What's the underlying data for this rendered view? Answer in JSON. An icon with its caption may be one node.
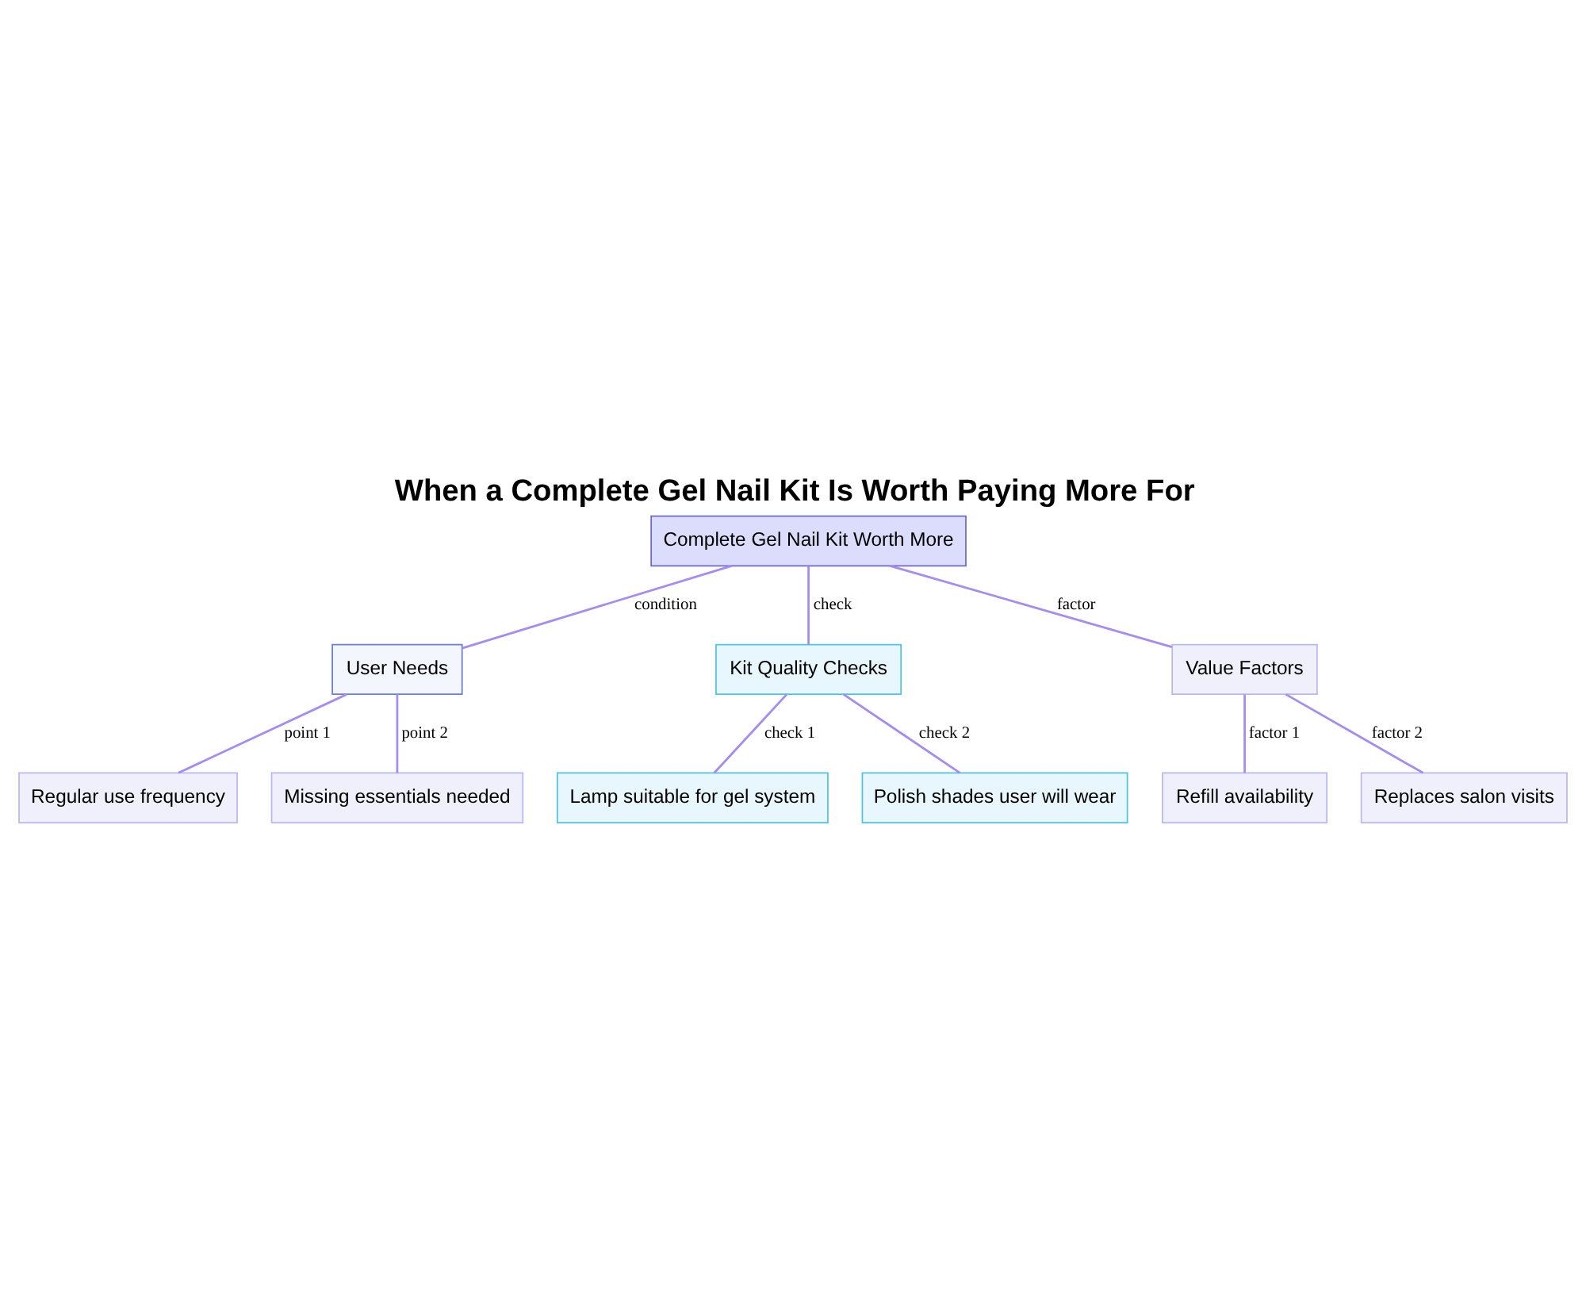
{
  "diagram": {
    "title": "When a Complete Gel Nail Kit Is Worth Paying More For",
    "nodes": [
      {
        "text": [
          "Complete Gel Nail Kit Worth More"
        ]
      },
      {
        "text": [
          "User Needs"
        ]
      },
      {
        "text": [
          "Kit Quality Checks"
        ]
      },
      {
        "text": [
          "Value Factors"
        ]
      },
      {
        "text": [
          "Regular use frequency"
        ]
      },
      {
        "text": [
          "Missing essentials needed"
        ]
      },
      {
        "text": [
          "Lamp suitable for gel system"
        ]
      },
      {
        "text": [
          "Polish shades user will wear"
        ]
      },
      {
        "text": [
          "Refill availability"
        ]
      },
      {
        "text": [
          "Replaces salon visits"
        ]
      }
    ],
    "edges": [
      {
        "from": 0,
        "to": 1,
        "arrow": "none",
        "label": "condition"
      },
      {
        "from": 0,
        "to": 2,
        "arrow": "none",
        "label": "check"
      },
      {
        "from": 0,
        "to": 3,
        "arrow": "none",
        "label": "factor"
      },
      {
        "from": 1,
        "to": 4,
        "arrow": "none",
        "label": "point 1"
      },
      {
        "from": 1,
        "to": 5,
        "arrow": "none",
        "label": "point 2"
      },
      {
        "from": 2,
        "to": 6,
        "arrow": "none",
        "label": "check 1"
      },
      {
        "from": 2,
        "to": 7,
        "arrow": "none",
        "label": "check 2"
      },
      {
        "from": 3,
        "to": 8,
        "arrow": "none",
        "label": "factor 1"
      },
      {
        "from": 3,
        "to": 9,
        "arrow": "none",
        "label": "factor 2"
      }
    ]
  }
}
